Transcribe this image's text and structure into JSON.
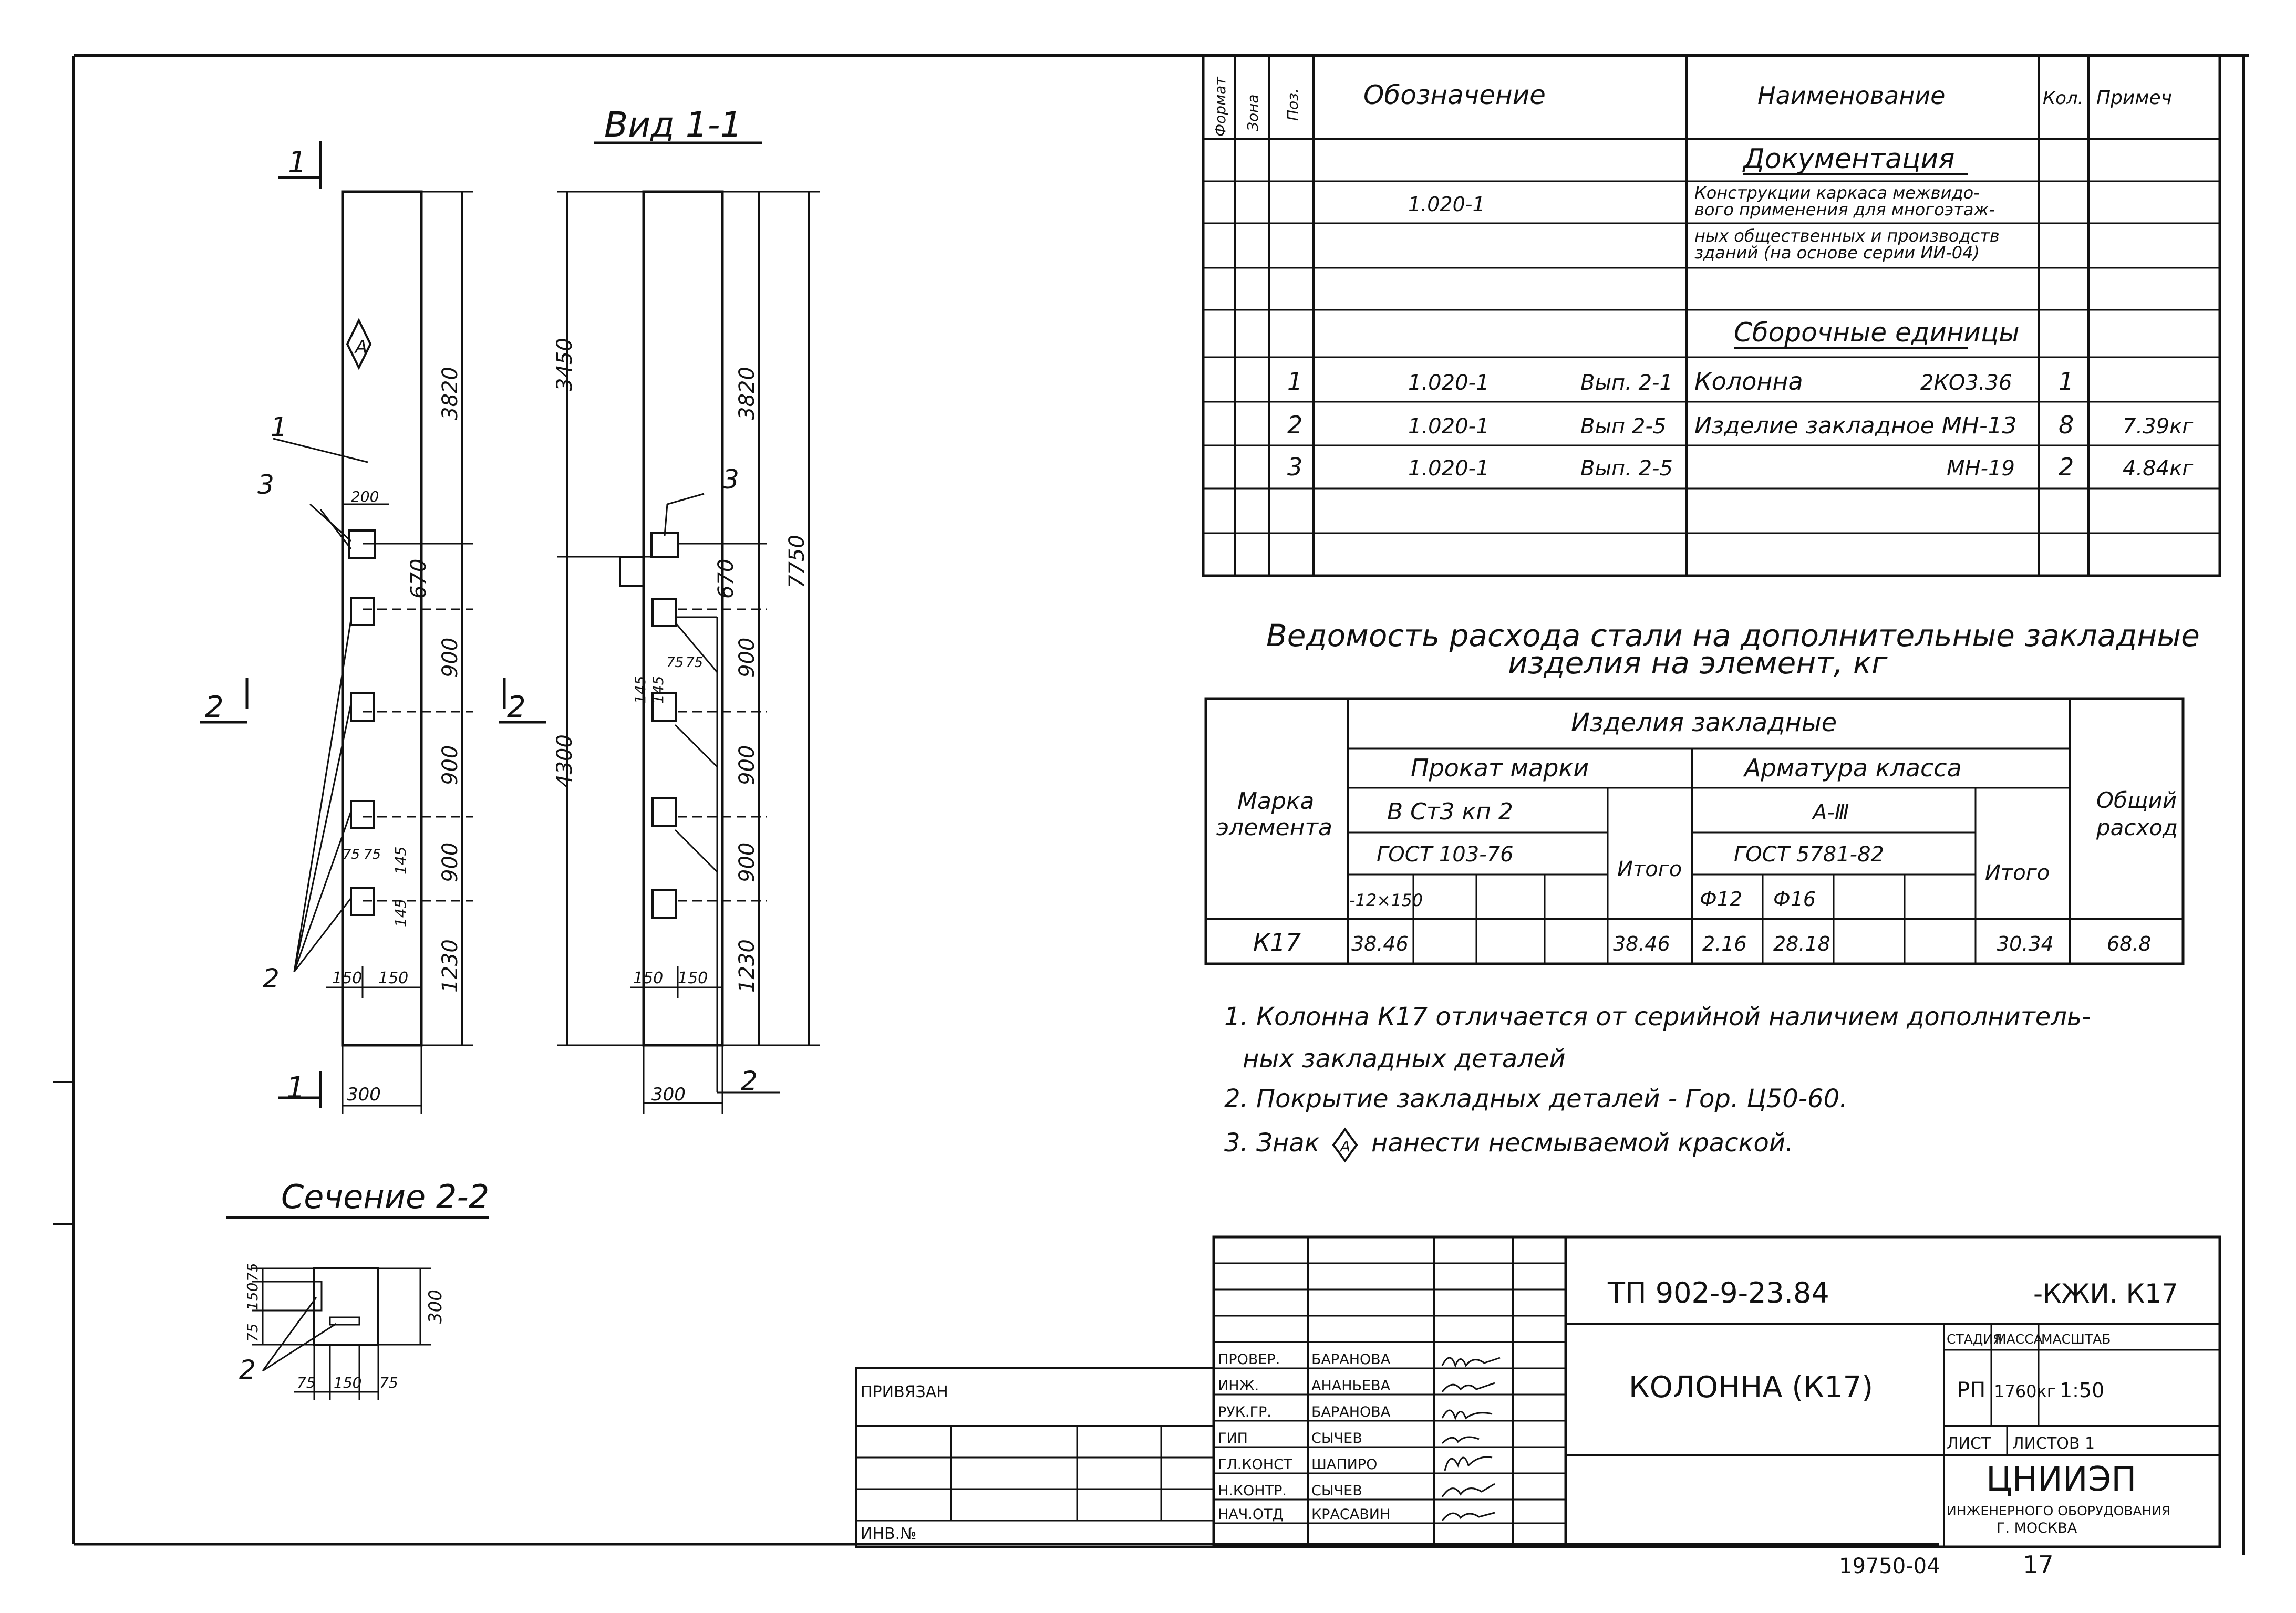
{
  "drawing": {
    "view_title": "Вид 1-1",
    "section_title": "Сечение 2-2",
    "cut1": "1",
    "cut2": "2",
    "left_view": {
      "dim_top": "3820",
      "dim_670": "670",
      "dim_900a": "900",
      "dim_900b": "900",
      "dim_900c": "900",
      "dim_1230": "1230",
      "dim_200": "200",
      "dim_300": "300",
      "dim_150a": "150",
      "dim_150b": "150",
      "dim_75a": "75",
      "dim_75b": "75",
      "dim_145a": "145",
      "dim_145b": "145",
      "pos1": "1",
      "pos2": "2",
      "pos3": "3",
      "mark": "А"
    },
    "right_view": {
      "dim_3450": "3450",
      "dim_4300": "4300",
      "dim_3820": "3820",
      "dim_7750": "7750",
      "dim_670": "670",
      "dim_900a": "900",
      "dim_900b": "900",
      "dim_900c": "900",
      "dim_1230": "1230",
      "dim_300": "300",
      "dim_150a": "150",
      "dim_150b": "150",
      "dim_75a": "75",
      "dim_75b": "75",
      "dim_145a": "145",
      "dim_145b": "145",
      "pos2": "2",
      "pos3": "3"
    },
    "section": {
      "dim_75a": "75",
      "dim_150": "150",
      "dim_75b": "75",
      "dim_300": "300",
      "dim_h75": "75",
      "dim_h150": "150",
      "dim_h75b": "75",
      "pos2": "2"
    }
  },
  "spec": {
    "headers": {
      "format": "Формат",
      "zone": "Зона",
      "pos": "Поз.",
      "designation": "Обозначение",
      "name": "Наименование",
      "qty": "Кол.",
      "note": "Примеч"
    },
    "section_docs": "Документация",
    "doc_designation": "1.020-1",
    "doc_name_1": "Конструкции каркаса межвидо-",
    "doc_name_2": "вого применения для многоэтаж-",
    "doc_name_3": "ных общественных и производств",
    "doc_name_4": "зданий (на основе серии ИИ-04)",
    "section_units": "Сборочные единицы",
    "rows": [
      {
        "pos": "1",
        "designation": "1.020-1",
        "issue": "Вып. 2-1",
        "name": "Колонна",
        "mark": "2КО3.36",
        "qty": "1",
        "note": ""
      },
      {
        "pos": "2",
        "designation": "1.020-1",
        "issue": "Вып 2-5",
        "name": "Изделие закладное МН-13",
        "mark": "",
        "qty": "8",
        "note": "7.39кг"
      },
      {
        "pos": "3",
        "designation": "1.020-1",
        "issue": "Вып. 2-5",
        "name": "",
        "mark": "МН-19",
        "qty": "2",
        "note": "4.84кг"
      }
    ]
  },
  "steel": {
    "title_1": "Ведомость расхода стали на дополнительные закладные",
    "title_2": "изделия на элемент, кг",
    "h_items": "Изделия закладные",
    "h_rolled": "Прокат марки",
    "h_rebar": "Арматура класса",
    "h_mark": "Марка",
    "h_mark2": "элемента",
    "h_steel": "В Ст3 кп 2",
    "h_gost1": "ГОСТ 103-76",
    "h_class": "А-Ⅲ",
    "h_gost2": "ГОСТ 5781-82",
    "h_total1": "Итого",
    "h_total2": "Итого",
    "h_sum1": "Общий",
    "h_sum2": "расход",
    "h_plate": "-12×150",
    "h_d12": "Ф12",
    "h_d16": "Ф16",
    "row": {
      "mark": "К17",
      "plate": "38.46",
      "total1": "38.46",
      "d12": "2.16",
      "d16": "28.18",
      "total2": "30.34",
      "sum": "68.8"
    }
  },
  "notes": {
    "n1a": "1. Колонна К17 отличается от серийной наличием дополнитель-",
    "n1b": "ных закладных деталей",
    "n2": "2. Покрытие закладных деталей - Гор. Ц50-60.",
    "n3a": "3. Знак",
    "n3sym": "А",
    "n3b": "нанести несмываемой краской."
  },
  "stamp": {
    "privyazan": "ПРИВЯЗАН",
    "inv": "ИНВ.№",
    "code": "ТП 902-9-23.84",
    "code_suffix": "-КЖИ. К17",
    "title": "КОЛОННА   (К17)",
    "stage_h": "СТАДИЯ",
    "mass_h": "МАССА",
    "scale_h": "МАСШТАБ",
    "stage": "РП",
    "mass": "1760кг",
    "scale": "1:50",
    "sheet": "ЛИСТ",
    "sheets": "ЛИСТОВ 1",
    "org": "ЦНИИЭП",
    "org2": "ИНЖЕНЕРНОГО ОБОРУДОВАНИЯ",
    "org3": "Г. МОСКВА",
    "people": [
      {
        "role": "ПРОВЕР.",
        "name": "БАРАНОВА"
      },
      {
        "role": "ИНЖ.",
        "name": "АНАНЬЕВА"
      },
      {
        "role": "РУК.ГР.",
        "name": "БАРАНОВА"
      },
      {
        "role": "ГИП",
        "name": "СЫЧЕВ"
      },
      {
        "role": "ГЛ.КОНСТ",
        "name": "ШАПИРО"
      },
      {
        "role": "Н.КОНТР.",
        "name": "СЫЧЕВ"
      },
      {
        "role": "НАЧ.ОТД",
        "name": "КРАСАВИН"
      }
    ],
    "archive": "19750-04",
    "page_no": "17"
  }
}
